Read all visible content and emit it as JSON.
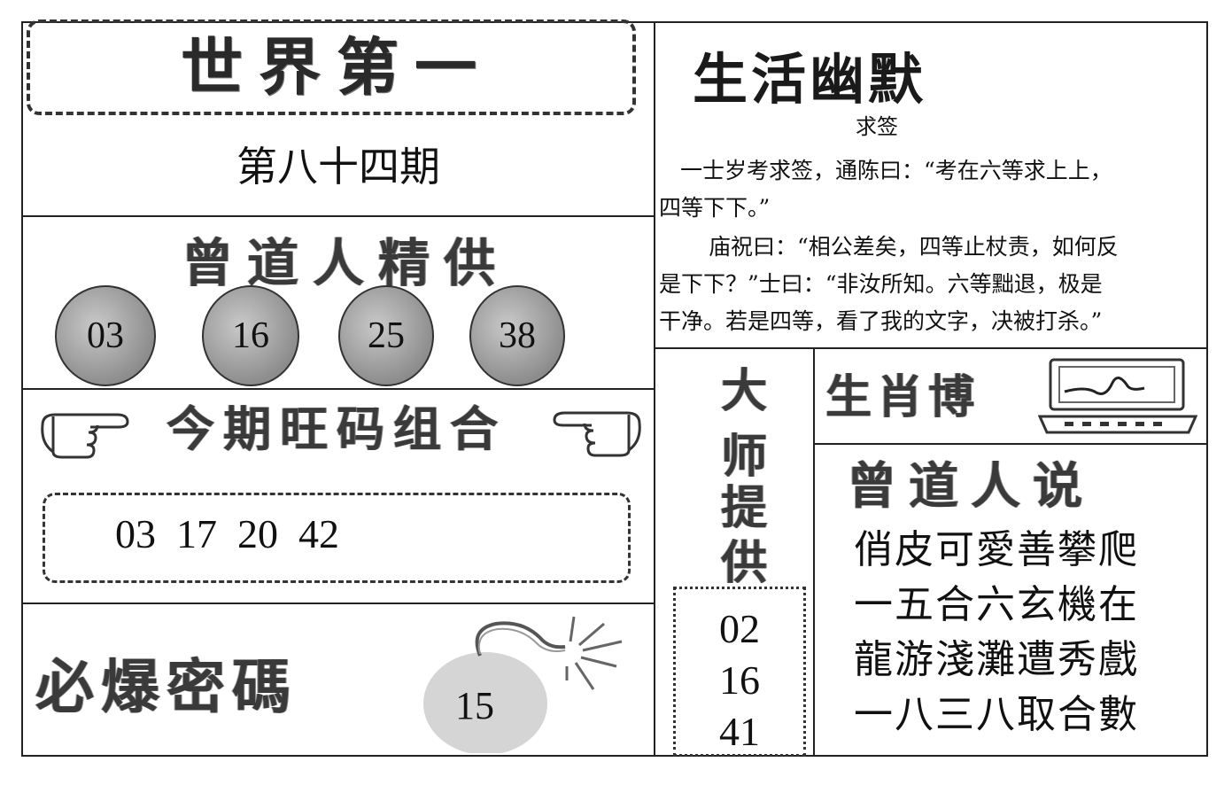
{
  "left": {
    "header_title": "世界第一",
    "issue": "第八十四期",
    "source_title": "曾道人精供",
    "balls": [
      "03",
      "16",
      "25",
      "38"
    ],
    "combo_title": "今期旺码组合",
    "combo_numbers": "03  17  20  42",
    "bomb_title": "必爆密碼",
    "bomb_number": "15"
  },
  "right": {
    "humor_title": "生活幽默",
    "humor_subtitle": "求签",
    "humor_lines": [
      "一士岁考求签，通陈曰：“考在六等求上上，",
      "四等下下。”",
      "庙祝曰：“相公差矣，四等止杖责，如何反",
      "是下下？”士曰：“非汝所知。六等黜退，极是",
      "干净。若是四等，看了我的文字，决被打杀。”"
    ],
    "tips_title": [
      "大",
      "师",
      "提",
      "供"
    ],
    "tips_numbers": [
      "02",
      "16",
      "41"
    ],
    "zodiac_title": "生肖博",
    "saying_title": "曾道人说",
    "poem": [
      "俏皮可愛善攀爬",
      "一五合六玄機在",
      "龍游淺灘遭秀戲",
      "一八三八取合數"
    ]
  }
}
